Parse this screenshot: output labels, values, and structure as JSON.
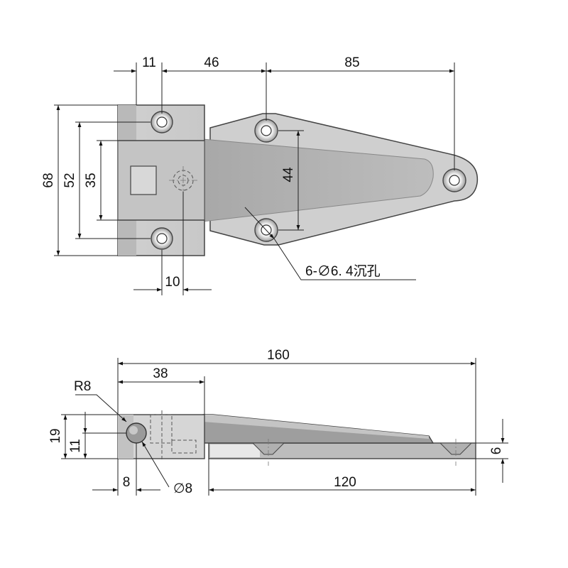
{
  "top_view": {
    "dim_11": "11",
    "dim_46": "46",
    "dim_85": "85",
    "dim_68": "68",
    "dim_52": "52",
    "dim_35": "35",
    "dim_44": "44",
    "dim_10": "10",
    "hole_note": "6-∅6. 4沉孔"
  },
  "side_view": {
    "dim_160": "160",
    "dim_38": "38",
    "dim_r8": "R8",
    "dim_19": "19",
    "dim_11": "11",
    "dim_8": "8",
    "dim_dia8": "∅8",
    "dim_120": "120",
    "dim_6": "6"
  },
  "colors": {
    "part_light": "#d4d4d4",
    "part_mid": "#c2c2c2",
    "part_dark": "#9c9c9c",
    "line": "#222222"
  }
}
